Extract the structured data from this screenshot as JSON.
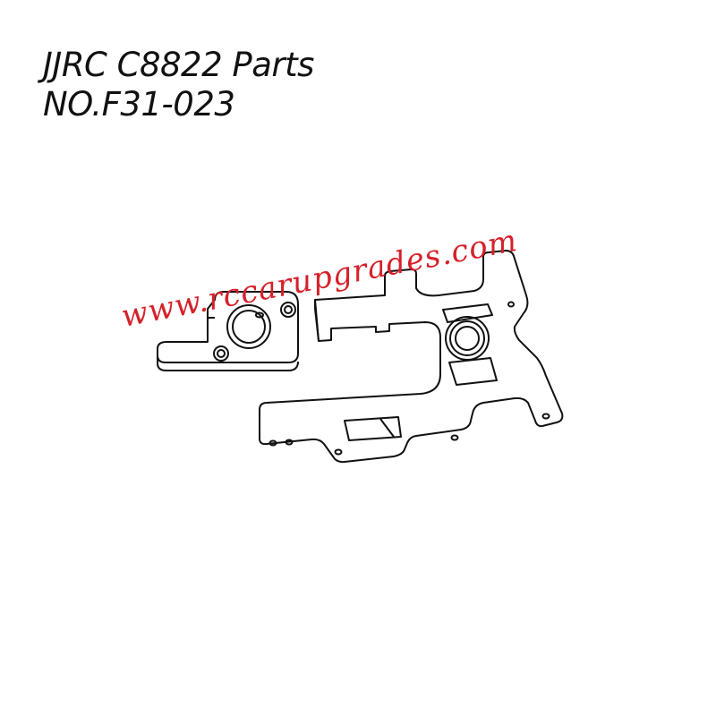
{
  "header": {
    "title_line1": "JJRC C8822 Parts",
    "title_line2": "NO.F31-023"
  },
  "diagram": {
    "description": "Line drawing of RC car chassis bracket parts: a small square mount plate with a central bore and screw holes, and a large frame plate with a bearing housing and cut-out slots",
    "stroke_color": "#111111"
  },
  "watermark": {
    "text": "www.rccarupgrades.com",
    "color": "#d6202a"
  }
}
